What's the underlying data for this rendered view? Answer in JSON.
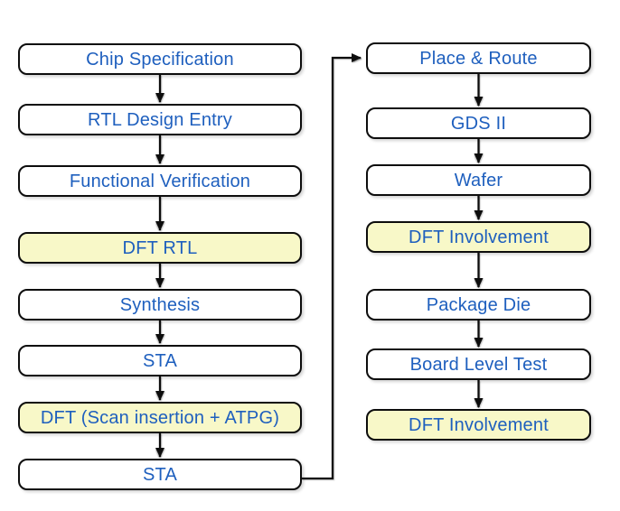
{
  "diagram": {
    "type": "flowchart",
    "colors": {
      "background": "#ffffff",
      "box_fill": "#ffffff",
      "highlight_fill": "#f8f8c8",
      "border": "#0d0d0d",
      "text": "#1e5fbe",
      "arrow": "#0d0d0d"
    },
    "columns": [
      {
        "name": "left-flow",
        "nodes": [
          {
            "label": "Chip Specification",
            "highlight": false
          },
          {
            "label": "RTL Design Entry",
            "highlight": false
          },
          {
            "label": "Functional Verification",
            "highlight": false
          },
          {
            "label": "DFT RTL",
            "highlight": true
          },
          {
            "label": "Synthesis",
            "highlight": false
          },
          {
            "label": "STA",
            "highlight": false
          },
          {
            "label": "DFT (Scan insertion + ATPG)",
            "highlight": true
          },
          {
            "label": "STA",
            "highlight": false
          }
        ]
      },
      {
        "name": "right-flow",
        "nodes": [
          {
            "label": "Place & Route",
            "highlight": false
          },
          {
            "label": "GDS II",
            "highlight": false
          },
          {
            "label": "Wafer",
            "highlight": false
          },
          {
            "label": "DFT Involvement",
            "highlight": true
          },
          {
            "label": "Package Die",
            "highlight": false
          },
          {
            "label": "Board Level Test",
            "highlight": false
          },
          {
            "label": "DFT Involvement",
            "highlight": true
          }
        ]
      }
    ],
    "connector": {
      "from": "STA",
      "to": "Place & Route"
    }
  }
}
